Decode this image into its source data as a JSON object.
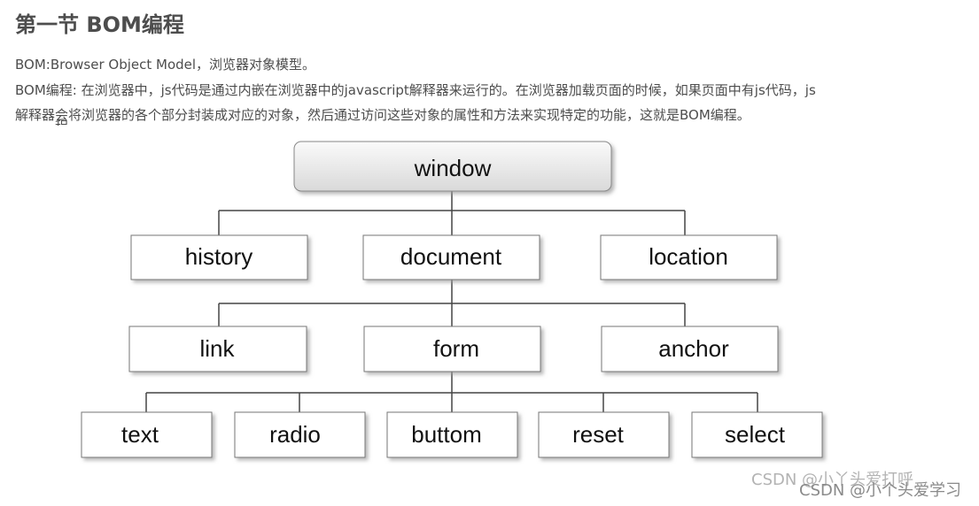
{
  "title": "第一节 BOM编程",
  "paragraphs": {
    "p1": "BOM:Browser Object Model，浏览器对象模型。",
    "p2": "BOM编程: 在浏览器中，js代码是通过内嵌在浏览器中的javascript解释器来运行的。在浏览器加载页面的时候，如果页面中有js代码，js",
    "p3": "解释器会将浏览器的各个部分封装成对应的对象，然后通过访问这些对象的属性和方法来实现特定的功能，这就是BOM编程。"
  },
  "ghost_text": "程。",
  "diagram": {
    "root": "window",
    "level1": [
      "history",
      "document",
      "location"
    ],
    "level2": [
      "link",
      "form",
      "anchor"
    ],
    "level3": [
      "text",
      "radio",
      "buttom",
      "reset",
      "select"
    ]
  },
  "watermarks": [
    "CSDN @小丫头爱打呼",
    "CSDN @小个头爱学习"
  ]
}
